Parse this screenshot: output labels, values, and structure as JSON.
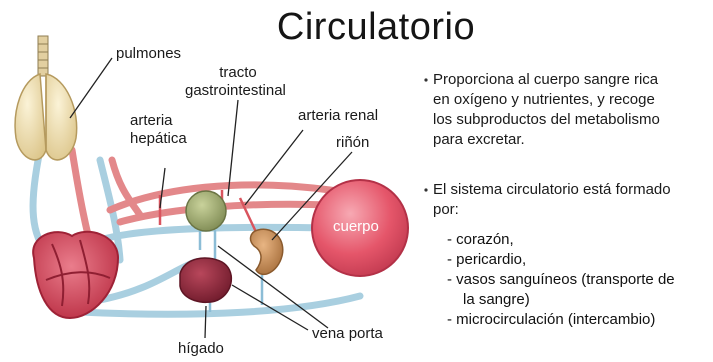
{
  "title": "Circulatorio",
  "labels": {
    "pulmones": "pulmones",
    "tracto_1": "tracto",
    "tracto_2": "gastrointestinal",
    "arteria_hepatica_1": "arteria",
    "arteria_hepatica_2": "hepática",
    "arteria_renal": "arteria renal",
    "rinon": "riñón",
    "cuerpo": "cuerpo",
    "vena_porta": "vena porta",
    "higado": "hígado"
  },
  "description": {
    "bullet1": [
      "Proporciona al cuerpo sangre rica",
      "en oxígeno y nutrientes, y recoge",
      "los subproductos del metabolismo",
      "para excretar."
    ],
    "bullet2_intro": [
      "El sistema circulatorio está formado",
      "por:"
    ],
    "list": [
      "- corazón,",
      "- pericardio,",
      "- vasos sanguíneos (transporte de",
      "la sangre)",
      "- microcirculación (intercambio)"
    ]
  },
  "colors": {
    "artery": "#e3888a",
    "vein": "#a9cfe0",
    "lung": "#efe1b4",
    "heart": "#c9374a",
    "body": "#e5566a",
    "gi_tract": "#a2ad79",
    "liver": "#8e2a3c",
    "kidney": "#c98f59"
  }
}
